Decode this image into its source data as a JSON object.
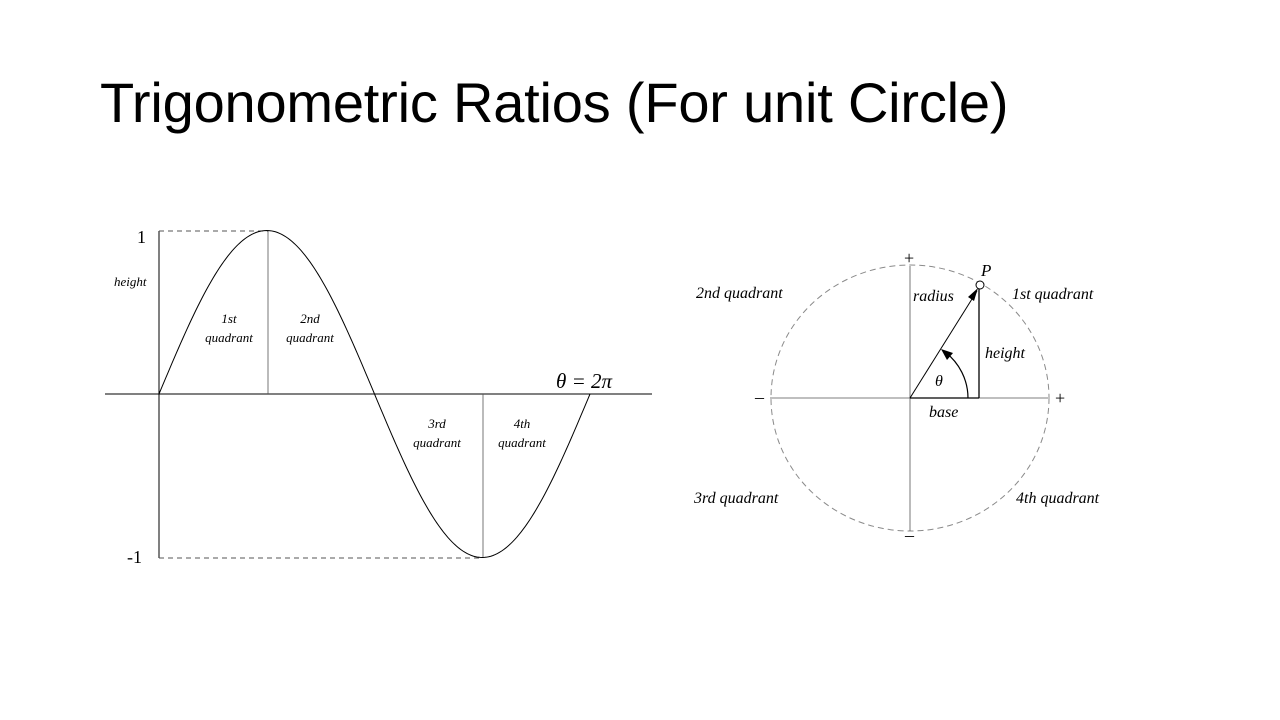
{
  "title": "Trigonometric Ratios (For unit Circle)",
  "colors": {
    "ink": "#000000",
    "circle_dash": "#8a8a8a",
    "background": "#ffffff"
  },
  "sine_graph": {
    "y_max_label": "1",
    "y_min_label": "-1",
    "height_label": "height",
    "theta_label": "θ = 2π",
    "q1_line1": "1st",
    "q1_line2": "quadrant",
    "q2_line1": "2nd",
    "q2_line2": "quadrant",
    "q3_line1": "3rd",
    "q3_line2": "quadrant",
    "q4_line1": "4th",
    "q4_line2": "quadrant"
  },
  "unit_circle": {
    "point_label": "P",
    "radius_label": "radius",
    "height_label": "height",
    "base_label": "base",
    "theta_label": "θ",
    "plus_top": "+",
    "minus_bottom": "–",
    "minus_left": "–",
    "plus_right": "+",
    "q1_label": "1st quadrant",
    "q2_label": "2nd quadrant",
    "q3_label": "3rd quadrant",
    "q4_label": "4th quadrant"
  }
}
